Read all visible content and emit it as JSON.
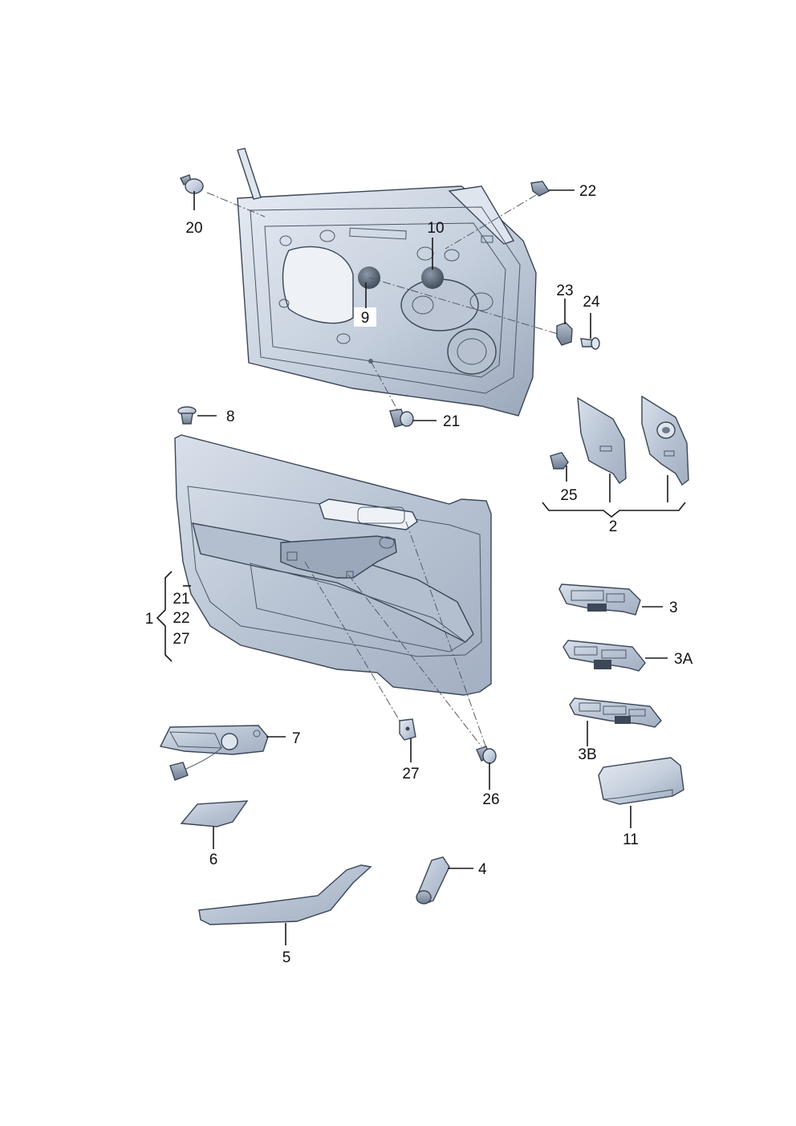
{
  "diagram": {
    "colors": {
      "part_fill": "#c9d2df",
      "part_light": "#e3e8f0",
      "part_dark": "#8e9aad",
      "outline": "#3a4656",
      "label_text": "#111111",
      "leader_line": "#1a1a1a"
    },
    "callouts": {
      "p20": "20",
      "p22": "22",
      "p10": "10",
      "p9": "9",
      "p23": "23",
      "p24": "24",
      "p8": "8",
      "p21": "21",
      "p25": "25",
      "p2": "2",
      "p1": "1",
      "p1_sub_21": "21",
      "p1_sub_22": "22",
      "p1_sub_27": "27",
      "p3": "3",
      "p3a": "3A",
      "p3b": "3B",
      "p7": "7",
      "p27": "27",
      "p26": "26",
      "p11": "11",
      "p6": "6",
      "p4": "4",
      "p5": "5"
    }
  }
}
